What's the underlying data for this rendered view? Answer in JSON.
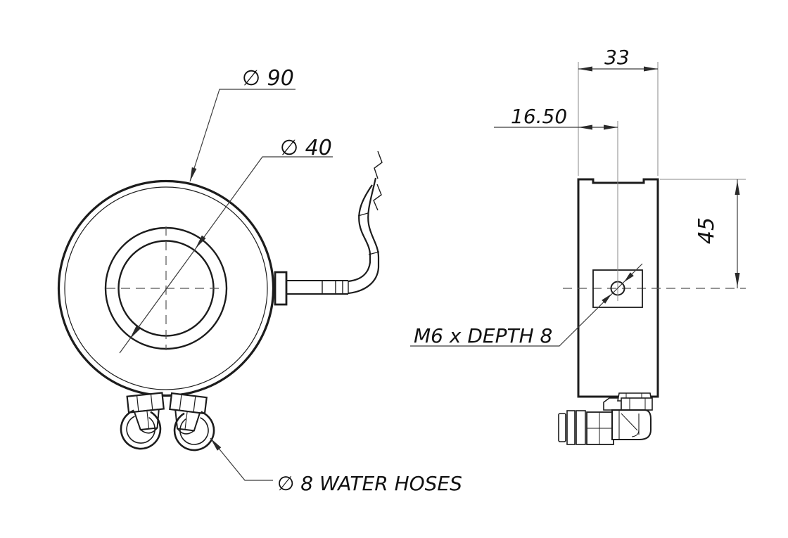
{
  "drawing": {
    "type": "engineering-drawing",
    "description": "Water-cooled ring component, front and side orthographic views",
    "views": [
      {
        "id": "front",
        "name": "front view"
      },
      {
        "id": "side",
        "name": "side view"
      }
    ],
    "labels": {
      "outer_dia": "∅ 90",
      "bore_dia": "∅ 40",
      "hose_note": "∅ 8 WATER HOSES",
      "thread_note": "M6 x DEPTH 8",
      "body_width": "33",
      "hole_offset": "16.50",
      "center_height": "45"
    },
    "values": {
      "outer_diameter_mm": 90,
      "bore_diameter_mm": 40,
      "hose_diameter_mm": 8,
      "body_width_mm": 33,
      "hole_offset_mm": 16.5,
      "center_height_mm": 45,
      "thread": "M6",
      "thread_depth_mm": 8
    },
    "style": {
      "background": "#ffffff",
      "line_color": "#1c1c1c",
      "dim_color": "#3c3c3c"
    }
  }
}
